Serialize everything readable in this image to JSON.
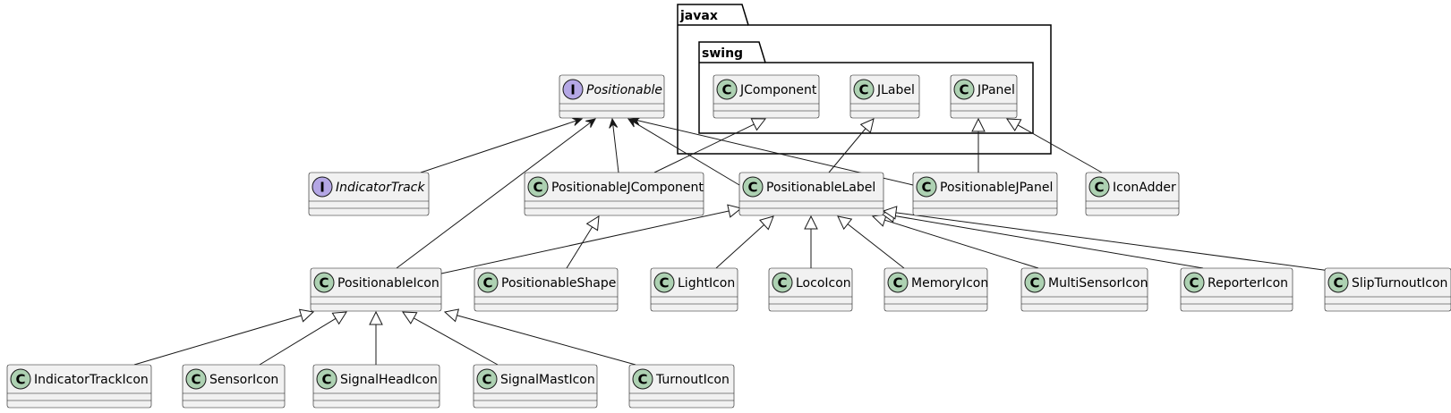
{
  "packages": {
    "javax": "javax",
    "swing": "swing"
  },
  "colors": {
    "box_fill": "#F1F1F1",
    "box_stroke": "#181818",
    "class_circle": "#ADD1B2",
    "interface_circle": "#B4A7E5",
    "line": "#181818"
  },
  "nodes": [
    {
      "id": "Positionable",
      "name": "Positionable",
      "kind": "interface",
      "glyph": "I"
    },
    {
      "id": "JComponent",
      "name": "JComponent",
      "kind": "class",
      "glyph": "C"
    },
    {
      "id": "JLabel",
      "name": "JLabel",
      "kind": "class",
      "glyph": "C"
    },
    {
      "id": "JPanel",
      "name": "JPanel",
      "kind": "class",
      "glyph": "C"
    },
    {
      "id": "IndicatorTrack",
      "name": "IndicatorTrack",
      "kind": "interface",
      "glyph": "I"
    },
    {
      "id": "PositionableJComponent",
      "name": "PositionableJComponent",
      "kind": "class",
      "glyph": "C"
    },
    {
      "id": "PositionableLabel",
      "name": "PositionableLabel",
      "kind": "class",
      "glyph": "C"
    },
    {
      "id": "PositionableJPanel",
      "name": "PositionableJPanel",
      "kind": "class",
      "glyph": "C"
    },
    {
      "id": "IconAdder",
      "name": "IconAdder",
      "kind": "class",
      "glyph": "C"
    },
    {
      "id": "PositionableIcon",
      "name": "PositionableIcon",
      "kind": "class",
      "glyph": "C"
    },
    {
      "id": "PositionableShape",
      "name": "PositionableShape",
      "kind": "class",
      "glyph": "C"
    },
    {
      "id": "LightIcon",
      "name": "LightIcon",
      "kind": "class",
      "glyph": "C"
    },
    {
      "id": "LocoIcon",
      "name": "LocoIcon",
      "kind": "class",
      "glyph": "C"
    },
    {
      "id": "MemoryIcon",
      "name": "MemoryIcon",
      "kind": "class",
      "glyph": "C"
    },
    {
      "id": "MultiSensorIcon",
      "name": "MultiSensorIcon",
      "kind": "class",
      "glyph": "C"
    },
    {
      "id": "ReporterIcon",
      "name": "ReporterIcon",
      "kind": "class",
      "glyph": "C"
    },
    {
      "id": "SlipTurnoutIcon",
      "name": "SlipTurnoutIcon",
      "kind": "class",
      "glyph": "C"
    },
    {
      "id": "IndicatorTrackIcon",
      "name": "IndicatorTrackIcon",
      "kind": "class",
      "glyph": "C"
    },
    {
      "id": "SensorIcon",
      "name": "SensorIcon",
      "kind": "class",
      "glyph": "C"
    },
    {
      "id": "SignalHeadIcon",
      "name": "SignalHeadIcon",
      "kind": "class",
      "glyph": "C"
    },
    {
      "id": "SignalMastIcon",
      "name": "SignalMastIcon",
      "kind": "class",
      "glyph": "C"
    },
    {
      "id": "TurnoutIcon",
      "name": "TurnoutIcon",
      "kind": "class",
      "glyph": "C"
    }
  ],
  "edges": [
    {
      "from": "IndicatorTrack",
      "to": "Positionable",
      "type": "association"
    },
    {
      "from": "PositionableIcon",
      "to": "Positionable",
      "type": "association"
    },
    {
      "from": "PositionableJComponent",
      "to": "Positionable",
      "type": "association"
    },
    {
      "from": "PositionableLabel",
      "to": "Positionable",
      "type": "association"
    },
    {
      "from": "PositionableJPanel",
      "to": "Positionable",
      "type": "association"
    },
    {
      "from": "PositionableJComponent",
      "to": "JComponent",
      "type": "inheritance"
    },
    {
      "from": "PositionableLabel",
      "to": "JLabel",
      "type": "inheritance"
    },
    {
      "from": "PositionableJPanel",
      "to": "JPanel",
      "type": "inheritance"
    },
    {
      "from": "IconAdder",
      "to": "JPanel",
      "type": "inheritance"
    },
    {
      "from": "PositionableShape",
      "to": "PositionableJComponent",
      "type": "inheritance"
    },
    {
      "from": "PositionableIcon",
      "to": "PositionableLabel",
      "type": "inheritance"
    },
    {
      "from": "LightIcon",
      "to": "PositionableLabel",
      "type": "inheritance"
    },
    {
      "from": "LocoIcon",
      "to": "PositionableLabel",
      "type": "inheritance"
    },
    {
      "from": "MemoryIcon",
      "to": "PositionableLabel",
      "type": "inheritance"
    },
    {
      "from": "MultiSensorIcon",
      "to": "PositionableLabel",
      "type": "inheritance"
    },
    {
      "from": "ReporterIcon",
      "to": "PositionableLabel",
      "type": "inheritance"
    },
    {
      "from": "SlipTurnoutIcon",
      "to": "PositionableLabel",
      "type": "inheritance"
    },
    {
      "from": "IndicatorTrackIcon",
      "to": "PositionableIcon",
      "type": "inheritance"
    },
    {
      "from": "SensorIcon",
      "to": "PositionableIcon",
      "type": "inheritance"
    },
    {
      "from": "SignalHeadIcon",
      "to": "PositionableIcon",
      "type": "inheritance"
    },
    {
      "from": "SignalMastIcon",
      "to": "PositionableIcon",
      "type": "inheritance"
    },
    {
      "from": "TurnoutIcon",
      "to": "PositionableIcon",
      "type": "inheritance"
    }
  ]
}
